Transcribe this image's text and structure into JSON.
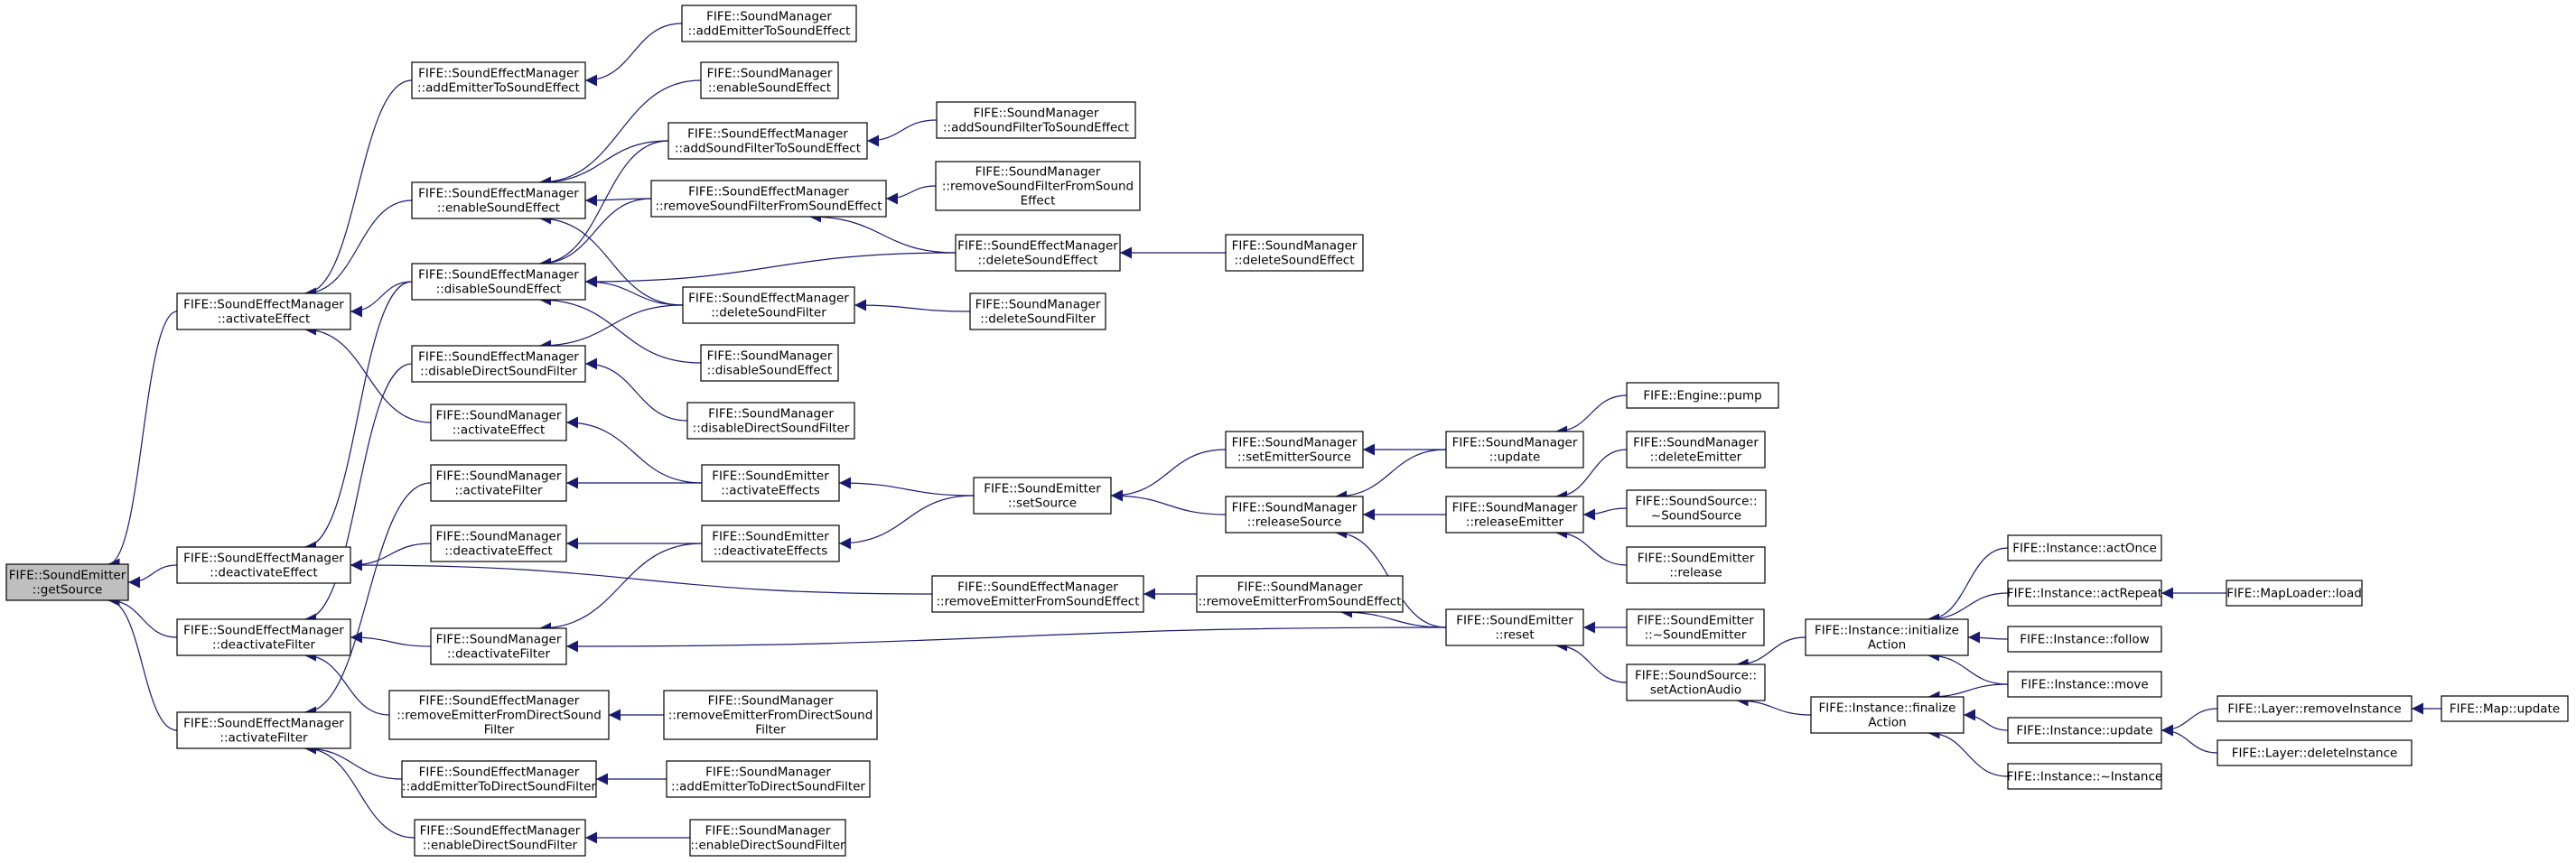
{
  "nodes": [
    {
      "id": "n0",
      "lines": [
        "FIFE::SoundEmitter",
        "::getSource"
      ],
      "root": true
    },
    {
      "id": "n1",
      "lines": [
        "FIFE::SoundEffectManager",
        "::activateEffect"
      ]
    },
    {
      "id": "n2",
      "lines": [
        "FIFE::SoundEffectManager",
        "::deactivateEffect"
      ]
    },
    {
      "id": "n3",
      "lines": [
        "FIFE::SoundEffectManager",
        "::deactivateFilter"
      ]
    },
    {
      "id": "n4",
      "lines": [
        "FIFE::SoundEffectManager",
        "::activateFilter"
      ]
    },
    {
      "id": "n5",
      "lines": [
        "FIFE::SoundEffectManager",
        "::addEmitterToSoundEffect"
      ]
    },
    {
      "id": "n6",
      "lines": [
        "FIFE::SoundEffectManager",
        "::enableSoundEffect"
      ]
    },
    {
      "id": "n7",
      "lines": [
        "FIFE::SoundEffectManager",
        "::disableSoundEffect"
      ]
    },
    {
      "id": "n8",
      "lines": [
        "FIFE::SoundEffectManager",
        "::disableDirectSoundFilter"
      ]
    },
    {
      "id": "n9",
      "lines": [
        "FIFE::SoundManager",
        "::activateEffect"
      ]
    },
    {
      "id": "n10",
      "lines": [
        "FIFE::SoundManager",
        "::activateFilter"
      ]
    },
    {
      "id": "n11",
      "lines": [
        "FIFE::SoundManager",
        "::deactivateEffect"
      ]
    },
    {
      "id": "n12",
      "lines": [
        "FIFE::SoundManager",
        "::deactivateFilter"
      ]
    },
    {
      "id": "n13",
      "lines": [
        "FIFE::SoundEffectManager",
        "::removeEmitterFromDirectSound",
        "Filter"
      ]
    },
    {
      "id": "n14",
      "lines": [
        "FIFE::SoundEffectManager",
        "::addEmitterToDirectSoundFilter"
      ]
    },
    {
      "id": "n15",
      "lines": [
        "FIFE::SoundEffectManager",
        "::enableDirectSoundFilter"
      ]
    },
    {
      "id": "n16",
      "lines": [
        "FIFE::SoundManager",
        "::addEmitterToSoundEffect"
      ]
    },
    {
      "id": "n17",
      "lines": [
        "FIFE::SoundManager",
        "::enableSoundEffect"
      ]
    },
    {
      "id": "n18",
      "lines": [
        "FIFE::SoundEffectManager",
        "::addSoundFilterToSoundEffect"
      ]
    },
    {
      "id": "n19",
      "lines": [
        "FIFE::SoundEffectManager",
        "::removeSoundFilterFromSoundEffect"
      ]
    },
    {
      "id": "n20",
      "lines": [
        "FIFE::SoundEffectManager",
        "::deleteSoundFilter"
      ]
    },
    {
      "id": "n21",
      "lines": [
        "FIFE::SoundManager",
        "::disableSoundEffect"
      ]
    },
    {
      "id": "n22",
      "lines": [
        "FIFE::SoundManager",
        "::disableDirectSoundFilter"
      ]
    },
    {
      "id": "n23",
      "lines": [
        "FIFE::SoundEmitter",
        "::activateEffects"
      ]
    },
    {
      "id": "n24",
      "lines": [
        "FIFE::SoundEmitter",
        "::deactivateEffects"
      ]
    },
    {
      "id": "n25",
      "lines": [
        "FIFE::SoundManager",
        "::removeEmitterFromDirectSound",
        "Filter"
      ]
    },
    {
      "id": "n26",
      "lines": [
        "FIFE::SoundManager",
        "::addEmitterToDirectSoundFilter"
      ]
    },
    {
      "id": "n27",
      "lines": [
        "FIFE::SoundManager",
        "::enableDirectSoundFilter"
      ]
    },
    {
      "id": "n28",
      "lines": [
        "FIFE::SoundManager",
        "::addSoundFilterToSoundEffect"
      ]
    },
    {
      "id": "n29",
      "lines": [
        "FIFE::SoundManager",
        "::removeSoundFilterFromSound",
        "Effect"
      ]
    },
    {
      "id": "n30",
      "lines": [
        "FIFE::SoundEffectManager",
        "::deleteSoundEffect"
      ]
    },
    {
      "id": "n31",
      "lines": [
        "FIFE::SoundManager",
        "::deleteSoundFilter"
      ]
    },
    {
      "id": "n32",
      "lines": [
        "FIFE::SoundEmitter",
        "::setSource"
      ]
    },
    {
      "id": "n33",
      "lines": [
        "FIFE::SoundEffectManager",
        "::removeEmitterFromSoundEffect"
      ]
    },
    {
      "id": "n34",
      "lines": [
        "FIFE::SoundManager",
        "::deleteSoundEffect"
      ]
    },
    {
      "id": "n35",
      "lines": [
        "FIFE::SoundManager",
        "::setEmitterSource"
      ]
    },
    {
      "id": "n36",
      "lines": [
        "FIFE::SoundManager",
        "::releaseSource"
      ]
    },
    {
      "id": "n37",
      "lines": [
        "FIFE::SoundManager",
        "::removeEmitterFromSoundEffect"
      ]
    },
    {
      "id": "n38",
      "lines": [
        "FIFE::SoundManager",
        "::update"
      ]
    },
    {
      "id": "n39",
      "lines": [
        "FIFE::SoundManager",
        "::releaseEmitter"
      ]
    },
    {
      "id": "n40",
      "lines": [
        "FIFE::SoundEmitter",
        "::reset"
      ]
    },
    {
      "id": "n41",
      "lines": [
        "FIFE::Engine::pump"
      ]
    },
    {
      "id": "n42",
      "lines": [
        "FIFE::SoundManager",
        "::deleteEmitter"
      ]
    },
    {
      "id": "n43",
      "lines": [
        "FIFE::SoundSource::",
        "~SoundSource"
      ]
    },
    {
      "id": "n44",
      "lines": [
        "FIFE::SoundEmitter",
        "::release"
      ]
    },
    {
      "id": "n45",
      "lines": [
        "FIFE::SoundEmitter",
        "::~SoundEmitter"
      ]
    },
    {
      "id": "n46",
      "lines": [
        "FIFE::SoundSource::",
        "setActionAudio"
      ]
    },
    {
      "id": "n47",
      "lines": [
        "FIFE::Instance::initialize",
        "Action"
      ]
    },
    {
      "id": "n48",
      "lines": [
        "FIFE::Instance::finalize",
        "Action"
      ]
    },
    {
      "id": "n49",
      "lines": [
        "FIFE::Instance::actOnce"
      ]
    },
    {
      "id": "n50",
      "lines": [
        "FIFE::Instance::actRepeat"
      ]
    },
    {
      "id": "n51",
      "lines": [
        "FIFE::Instance::follow"
      ]
    },
    {
      "id": "n52",
      "lines": [
        "FIFE::Instance::move"
      ]
    },
    {
      "id": "n53",
      "lines": [
        "FIFE::Instance::update"
      ]
    },
    {
      "id": "n54",
      "lines": [
        "FIFE::Instance::~Instance"
      ]
    },
    {
      "id": "n55",
      "lines": [
        "FIFE::MapLoader::load"
      ]
    },
    {
      "id": "n56",
      "lines": [
        "FIFE::Layer::removeInstance"
      ]
    },
    {
      "id": "n57",
      "lines": [
        "FIFE::Layer::deleteInstance"
      ]
    },
    {
      "id": "n58",
      "lines": [
        "FIFE::Map::update"
      ]
    }
  ],
  "edges": [
    [
      "n1",
      "n0"
    ],
    [
      "n2",
      "n0"
    ],
    [
      "n3",
      "n0"
    ],
    [
      "n4",
      "n0"
    ],
    [
      "n5",
      "n1"
    ],
    [
      "n6",
      "n1"
    ],
    [
      "n7",
      "n1"
    ],
    [
      "n9",
      "n1"
    ],
    [
      "n7",
      "n2"
    ],
    [
      "n11",
      "n2"
    ],
    [
      "n33",
      "n2"
    ],
    [
      "n8",
      "n3"
    ],
    [
      "n12",
      "n3"
    ],
    [
      "n13",
      "n3"
    ],
    [
      "n10",
      "n4"
    ],
    [
      "n14",
      "n4"
    ],
    [
      "n15",
      "n4"
    ],
    [
      "n16",
      "n5"
    ],
    [
      "n17",
      "n6"
    ],
    [
      "n18",
      "n6"
    ],
    [
      "n19",
      "n6"
    ],
    [
      "n20",
      "n6"
    ],
    [
      "n18",
      "n7"
    ],
    [
      "n19",
      "n7"
    ],
    [
      "n20",
      "n7"
    ],
    [
      "n21",
      "n7"
    ],
    [
      "n30",
      "n7"
    ],
    [
      "n20",
      "n8"
    ],
    [
      "n22",
      "n8"
    ],
    [
      "n23",
      "n9"
    ],
    [
      "n23",
      "n10"
    ],
    [
      "n24",
      "n11"
    ],
    [
      "n24",
      "n12"
    ],
    [
      "n40",
      "n12"
    ],
    [
      "n25",
      "n13"
    ],
    [
      "n26",
      "n14"
    ],
    [
      "n27",
      "n15"
    ],
    [
      "n28",
      "n18"
    ],
    [
      "n29",
      "n19"
    ],
    [
      "n30",
      "n19"
    ],
    [
      "n31",
      "n20"
    ],
    [
      "n32",
      "n23"
    ],
    [
      "n32",
      "n24"
    ],
    [
      "n34",
      "n30"
    ],
    [
      "n35",
      "n32"
    ],
    [
      "n36",
      "n32"
    ],
    [
      "n37",
      "n33"
    ],
    [
      "n38",
      "n35"
    ],
    [
      "n38",
      "n36"
    ],
    [
      "n39",
      "n36"
    ],
    [
      "n40",
      "n36"
    ],
    [
      "n40",
      "n37"
    ],
    [
      "n41",
      "n38"
    ],
    [
      "n42",
      "n39"
    ],
    [
      "n43",
      "n39"
    ],
    [
      "n44",
      "n39"
    ],
    [
      "n45",
      "n40"
    ],
    [
      "n46",
      "n40"
    ],
    [
      "n47",
      "n46"
    ],
    [
      "n48",
      "n46"
    ],
    [
      "n49",
      "n47"
    ],
    [
      "n50",
      "n47"
    ],
    [
      "n51",
      "n47"
    ],
    [
      "n52",
      "n47"
    ],
    [
      "n52",
      "n48"
    ],
    [
      "n53",
      "n48"
    ],
    [
      "n54",
      "n48"
    ],
    [
      "n55",
      "n50"
    ],
    [
      "n56",
      "n53"
    ],
    [
      "n57",
      "n53"
    ],
    [
      "n58",
      "n56"
    ]
  ]
}
